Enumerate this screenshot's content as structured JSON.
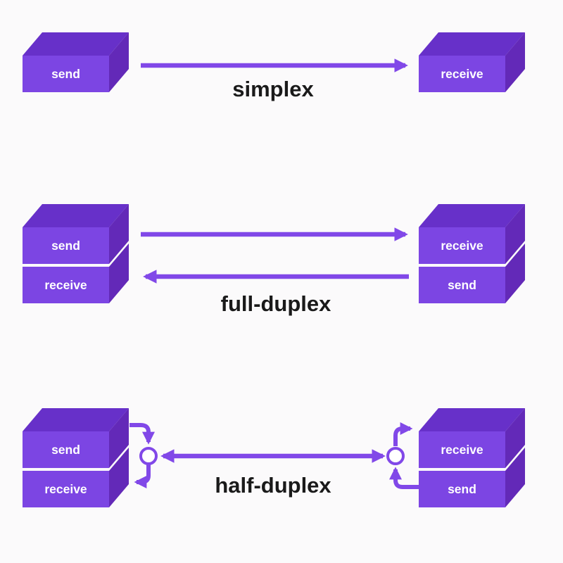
{
  "colors": {
    "bg": "#fbfafb",
    "front": "#7c45e3",
    "top": "#6730c9",
    "side": "#6329b8",
    "arrow": "#8148e8",
    "text": "#1a1a1a",
    "boxText": "#ffffff",
    "junctionFill": "#ffffff"
  },
  "sections": [
    {
      "label": "simplex",
      "left_boxes": [
        "send"
      ],
      "right_boxes": [
        "receive"
      ],
      "arrows": [
        "left-to-right"
      ]
    },
    {
      "label": "full-duplex",
      "left_boxes": [
        "send",
        "receive"
      ],
      "right_boxes": [
        "receive",
        "send"
      ],
      "arrows": [
        "left-to-right",
        "right-to-left"
      ]
    },
    {
      "label": "half-duplex",
      "left_boxes": [
        "send",
        "receive"
      ],
      "right_boxes": [
        "receive",
        "send"
      ],
      "arrows": [
        "bidirectional-shared-channel"
      ],
      "junctions": [
        "left-switch",
        "right-switch"
      ]
    }
  ]
}
